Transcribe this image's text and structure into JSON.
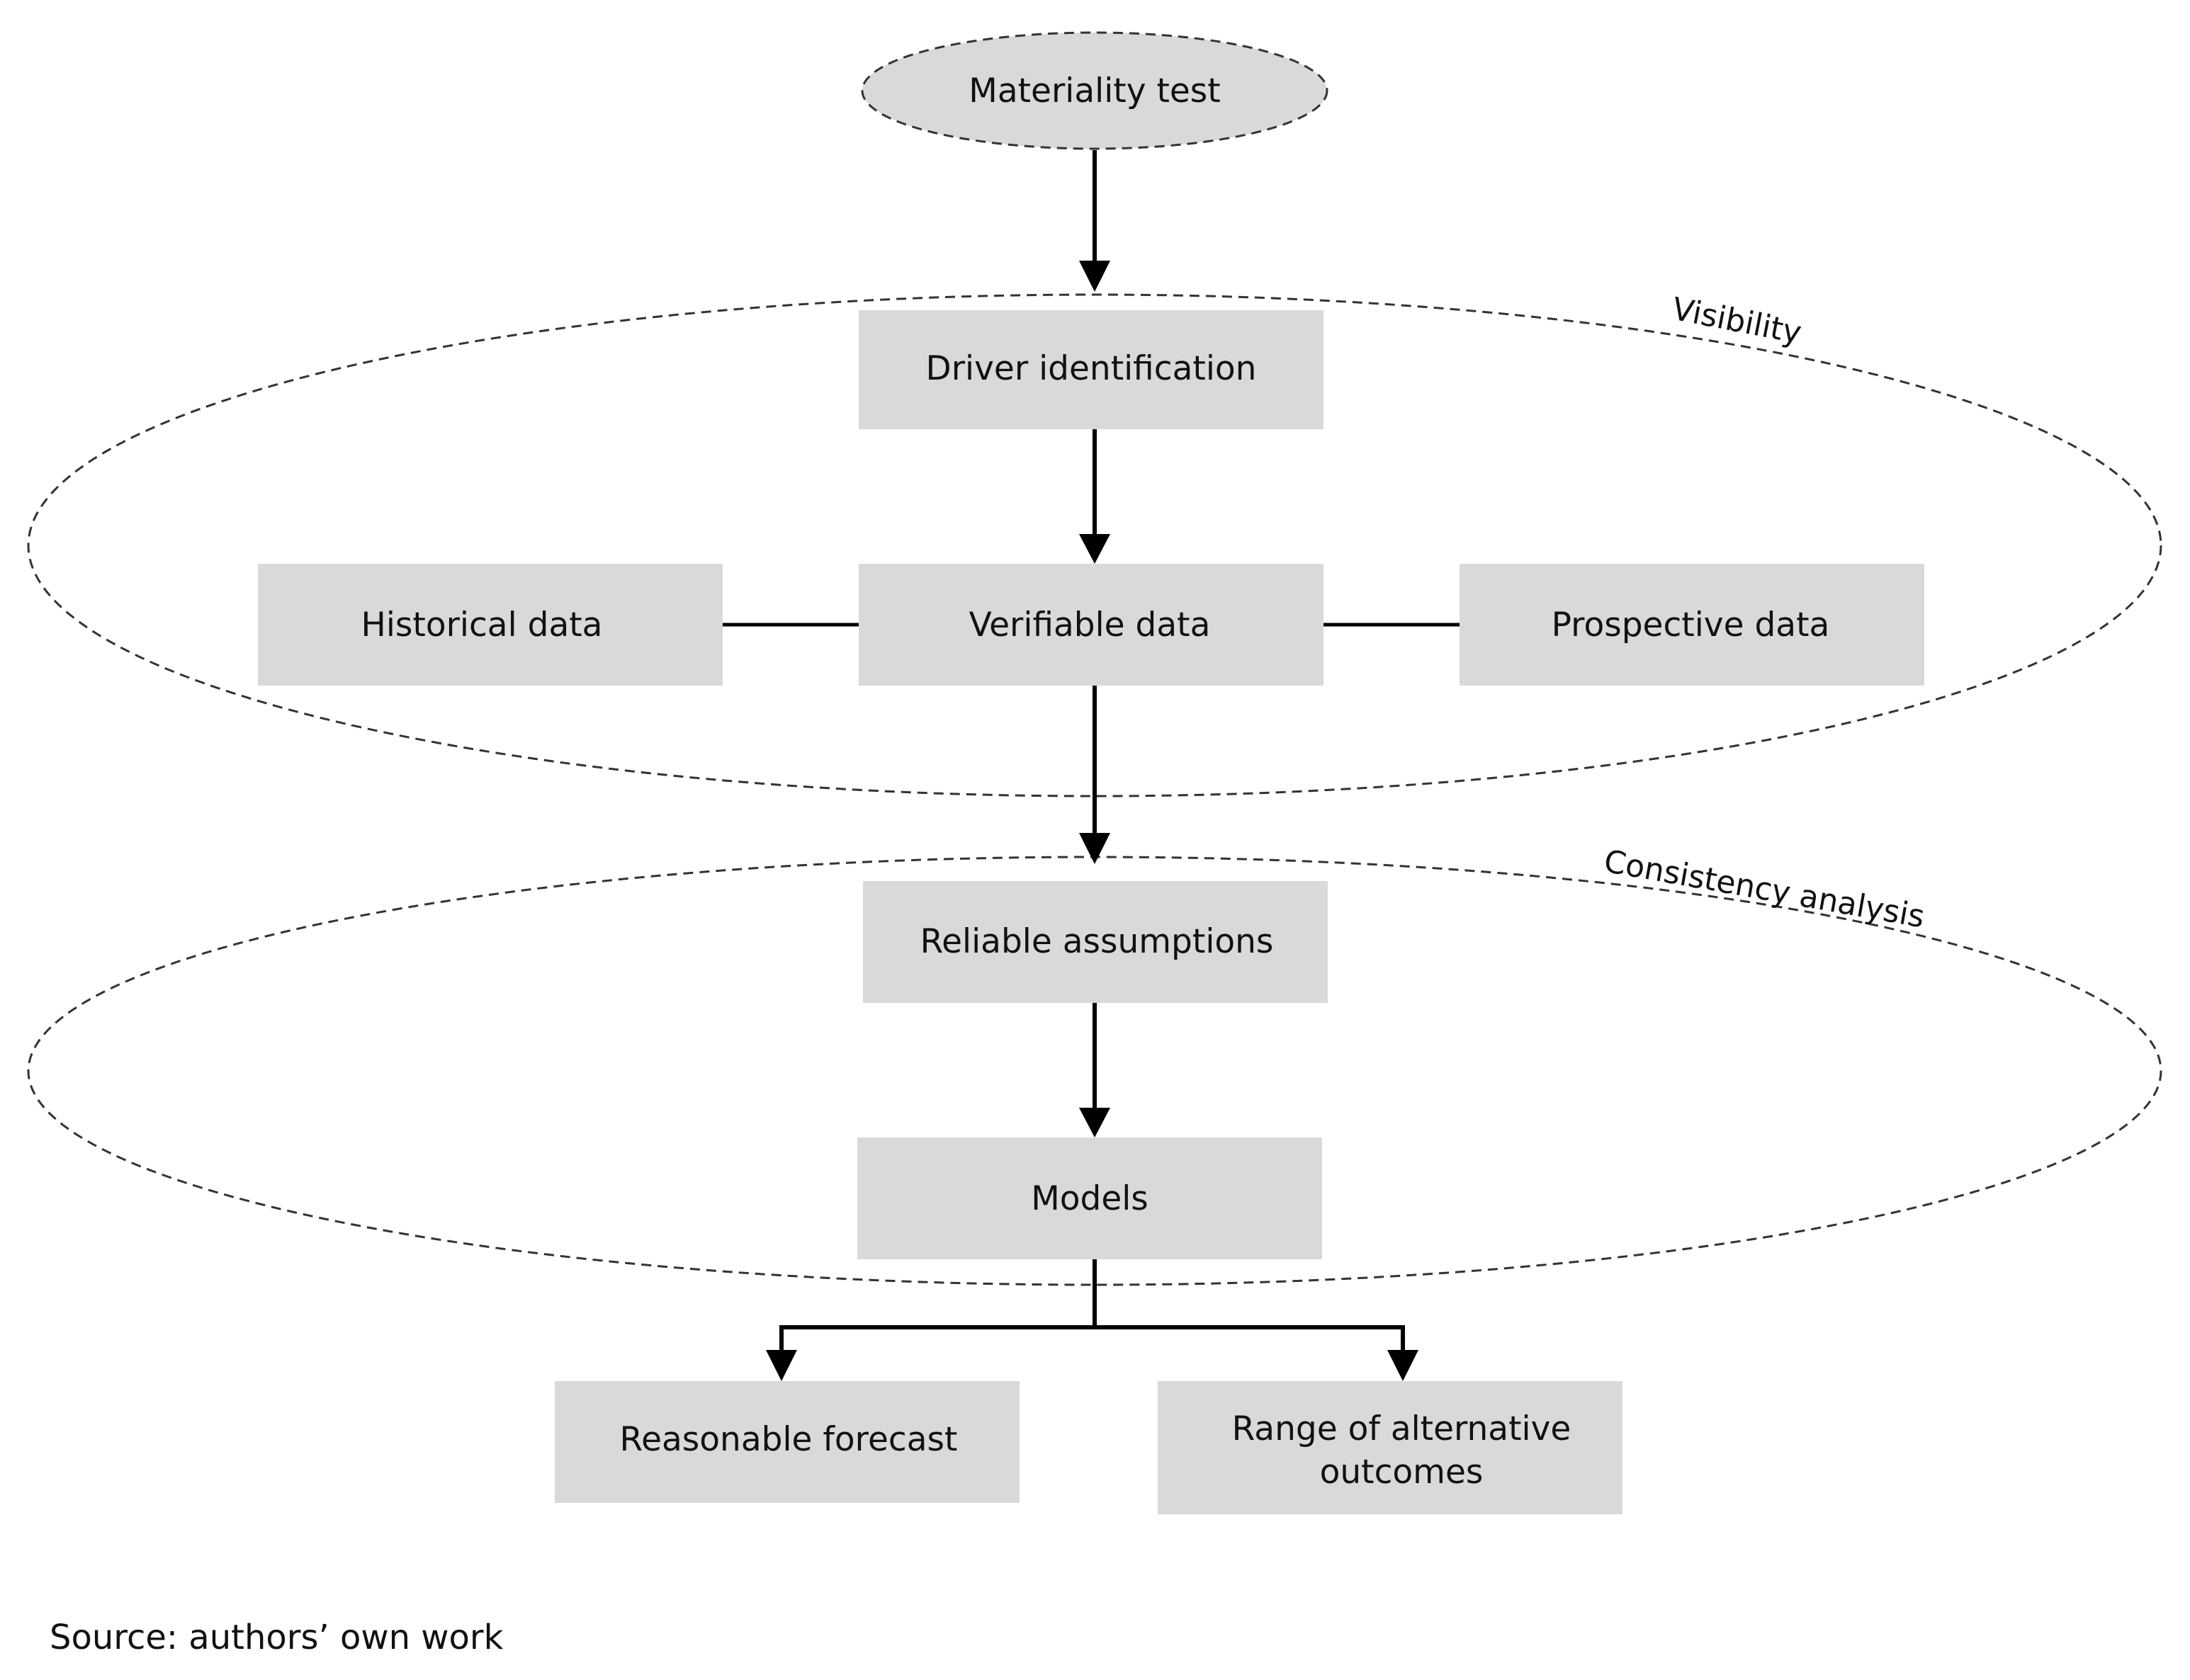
{
  "nodes": {
    "materiality_test": "Materiality test",
    "driver_identification": "Driver identification",
    "historical_data": "Historical data",
    "verifiable_data": "Verifiable data",
    "prospective_data": "Prospective data",
    "reliable_assumptions": "Reliable assumptions",
    "models": "Models",
    "reasonable_forecast": "Reasonable forecast",
    "range_of_alternative_outcomes_line1": "Range of alternative",
    "range_of_alternative_outcomes_line2": "outcomes"
  },
  "groups": {
    "visibility": "Visibility",
    "consistency_analysis": "Consistency analysis"
  },
  "source": "Source: authors’ own work",
  "colors": {
    "box_fill": "#d9d9d9",
    "line": "#000000",
    "dashed_outline": "#333333"
  }
}
